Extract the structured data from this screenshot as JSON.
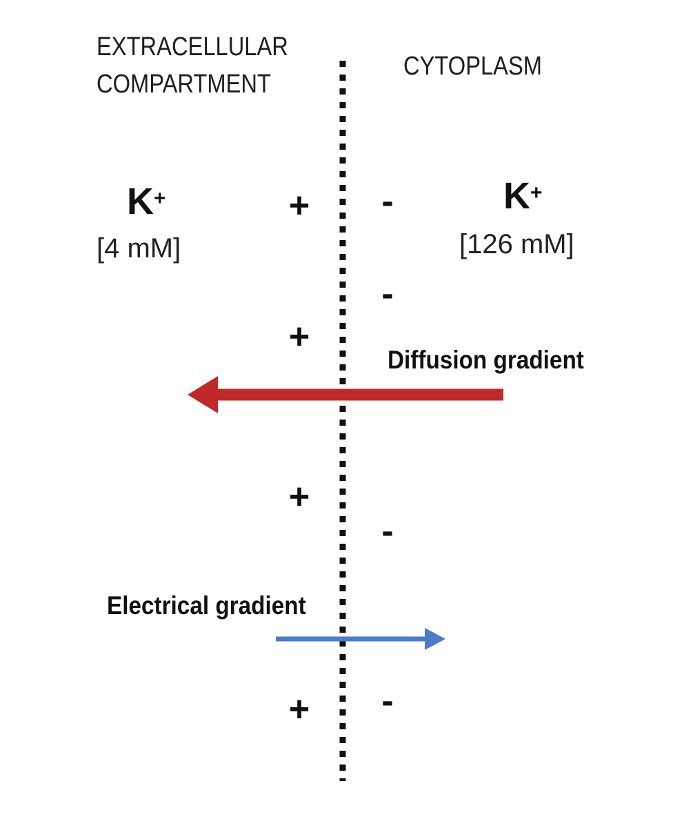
{
  "compartments": {
    "extracellular_line1": "EXTRACELLULAR",
    "extracellular_line2": "COMPARTMENT",
    "cytoplasm": "CYTOPLASM"
  },
  "ions": {
    "outside": {
      "symbol": "K",
      "charge": "+",
      "concentration": "[4 mM]"
    },
    "inside": {
      "symbol": "K",
      "charge": "+",
      "concentration": "[126 mM]"
    }
  },
  "charges": {
    "plus": "+",
    "minus": "-"
  },
  "gradients": {
    "diffusion": {
      "label": "Diffusion gradient",
      "color": "#c0282a",
      "direction": "inside-to-outside"
    },
    "electrical": {
      "label": "Electrical gradient",
      "color": "#4a7cc9",
      "direction": "outside-to-inside"
    }
  },
  "membrane": {
    "style": "dotted",
    "color": "#111111"
  }
}
